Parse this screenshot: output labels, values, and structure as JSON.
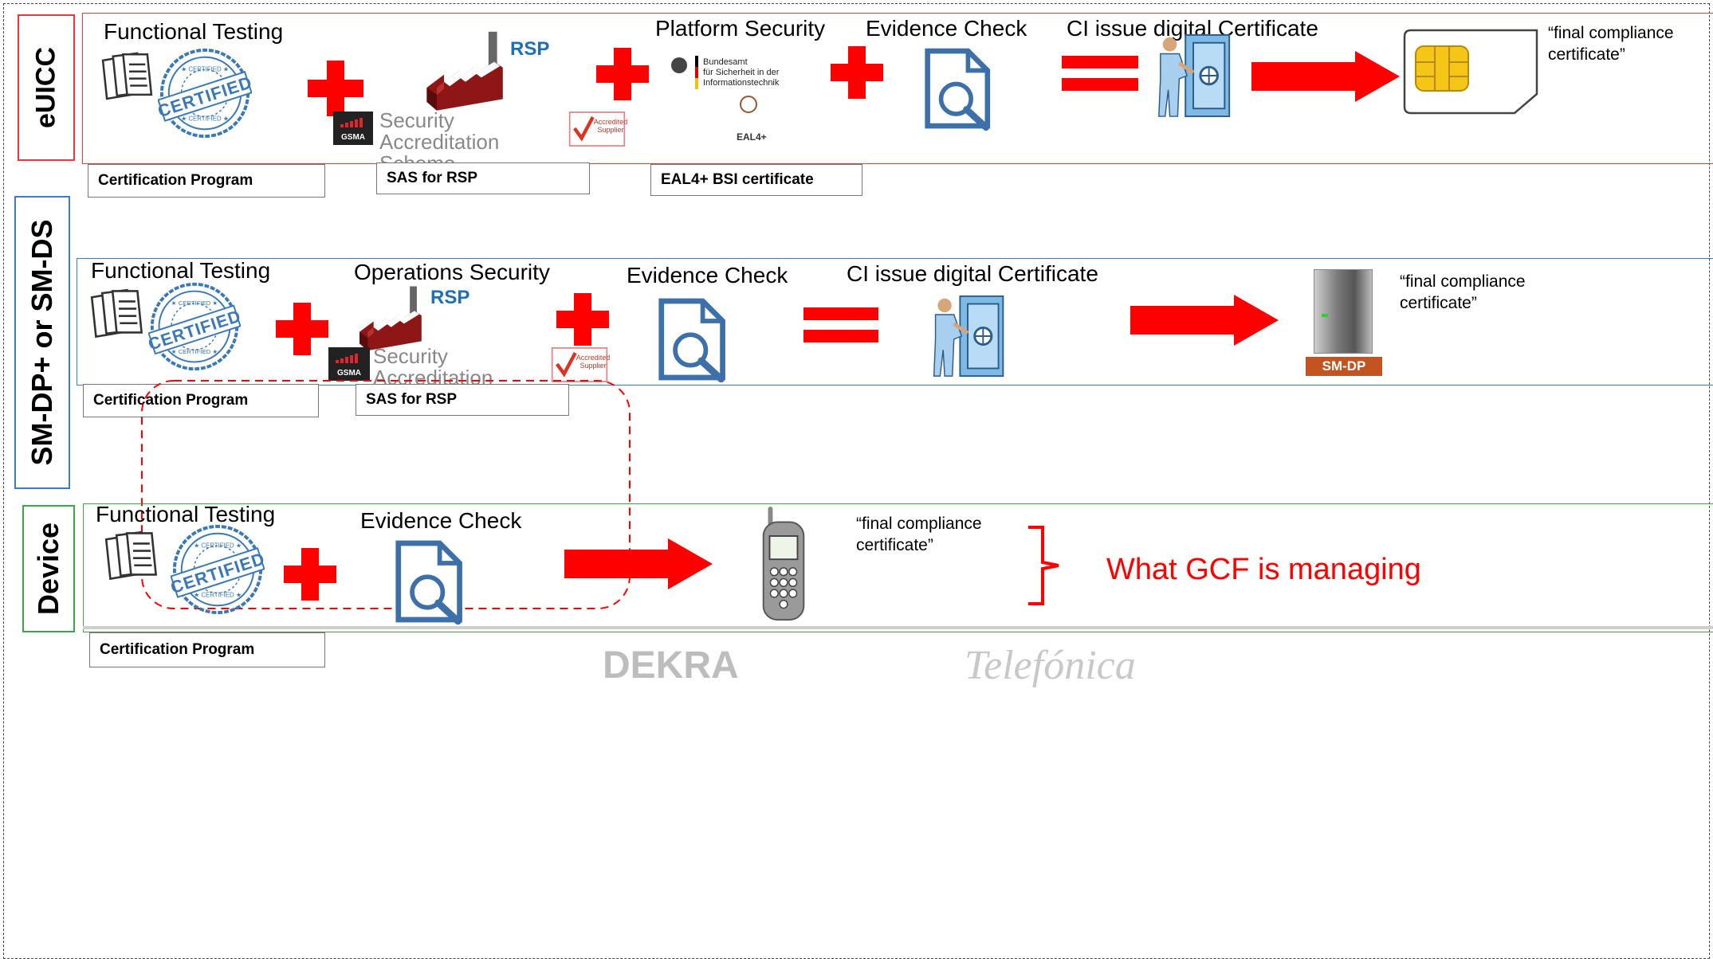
{
  "rows": {
    "euicc": {
      "label": "eUICC",
      "functional_testing": "Functional Testing",
      "platform_security": "Platform Security",
      "evidence_check": "Evidence Check",
      "ci_issue": "CI issue digital Certificate",
      "final_note": "“final compliance certificate”",
      "tags": [
        "Certification Program",
        "SAS for RSP",
        "EAL4+ BSI certificate"
      ],
      "rsp": "RSP",
      "sas": "Security Accreditation Scheme",
      "accredited_supplier": "Accredited Supplier",
      "bsi_lines": [
        "Bundesamt",
        "für Sicherheit in der",
        "Informationstechnik"
      ],
      "eal": "EAL4+",
      "gsma": "GSMA"
    },
    "smdp": {
      "label": "SM-DP+ or SM-DS",
      "functional_testing": "Functional Testing",
      "operations_security": "Operations Security",
      "evidence_check": "Evidence Check",
      "ci_issue": "CI issue digital Certificate",
      "final_note": "“final compliance certificate”",
      "tags": [
        "Certification Program",
        "SAS for RSP"
      ],
      "rsp": "RSP",
      "sas": "Security Accreditation Scheme",
      "accredited_supplier": "Accredited Supplier",
      "server_label": "SM-DP",
      "gsma": "GSMA"
    },
    "device": {
      "label": "Device",
      "functional_testing": "Functional Testing",
      "evidence_check": "Evidence Check",
      "final_note": "“final compliance certificate”",
      "tags": [
        "Certification Program"
      ]
    }
  },
  "gcf_text": "What GCF is managing",
  "certified_stamp": "CERTIFIED",
  "watermarks": [
    "DEKRA",
    "Telefónica"
  ],
  "colors": {
    "euicc_border": "#e83a3a",
    "smdp_border": "#3b7dc4",
    "device_border": "#3aa84a",
    "plus_red": "#ff0000",
    "gcf_red": "#ff0000",
    "stamp_blue": "#3a78b8"
  },
  "icons": [
    "documents-icon",
    "certified-stamp-icon",
    "factory-icon",
    "plus-icon",
    "equals-icon",
    "magnifier-document-icon",
    "safe-person-icon",
    "arrow-right-icon",
    "sim-card-icon",
    "server-icon",
    "mobile-phone-icon",
    "brace-icon"
  ]
}
